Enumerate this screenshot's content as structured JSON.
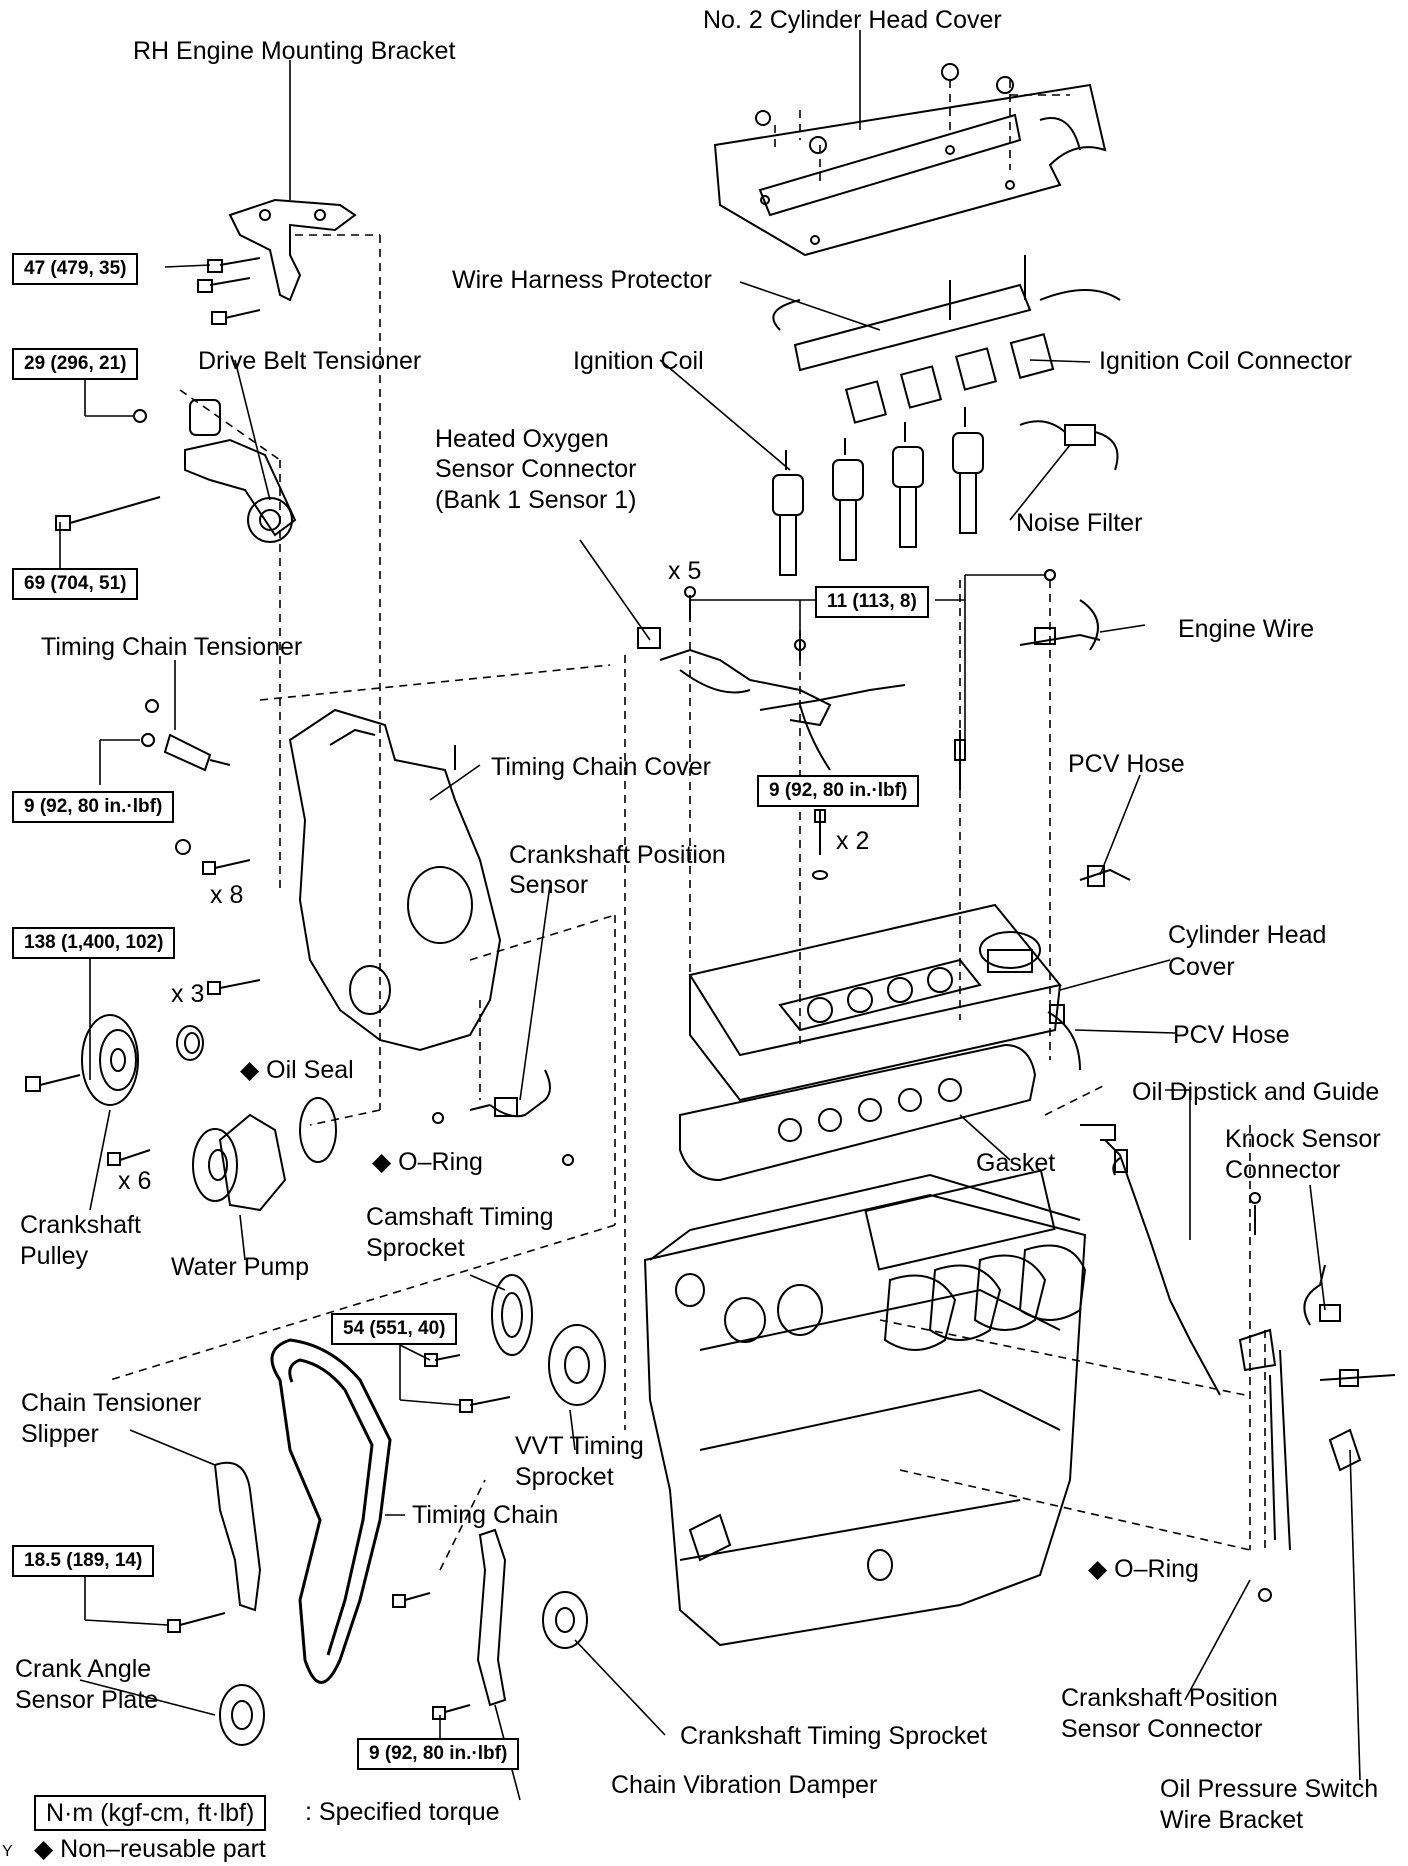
{
  "labels": {
    "no2_cylinder_head_cover": "No. 2 Cylinder Head Cover",
    "rh_engine_mounting_bracket": "RH Engine Mounting Bracket",
    "wire_harness_protector": "Wire Harness Protector",
    "ignition_coil": "Ignition Coil",
    "ignition_coil_connector": "Ignition Coil Connector",
    "drive_belt_tensioner": "Drive Belt Tensioner",
    "heated_oxygen_sensor_connector_1": "Heated Oxygen",
    "heated_oxygen_sensor_connector_2": "Sensor Connector",
    "heated_oxygen_sensor_connector_3": "(Bank 1 Sensor 1)",
    "noise_filter": "Noise Filter",
    "engine_wire": "Engine Wire",
    "timing_chain_tensioner": "Timing Chain Tensioner",
    "timing_chain_cover": "Timing Chain Cover",
    "pcv_hose_top": "PCV Hose",
    "crankshaft_position_sensor_1": "Crankshaft Position",
    "crankshaft_position_sensor_2": "Sensor",
    "cylinder_head_cover_1": "Cylinder Head",
    "cylinder_head_cover_2": "Cover",
    "pcv_hose_bottom": "PCV Hose",
    "oil_seal": "◆ Oil Seal",
    "oil_dipstick_and_guide": "Oil Dipstick and Guide",
    "o_ring_water_pump": "◆ O–Ring",
    "gasket": "Gasket",
    "knock_sensor_connector_1": "Knock Sensor",
    "knock_sensor_connector_2": "Connector",
    "crankshaft_pulley_1": "Crankshaft",
    "crankshaft_pulley_2": "Pulley",
    "water_pump": "Water Pump",
    "camshaft_timing_sprocket_1": "Camshaft Timing",
    "camshaft_timing_sprocket_2": "Sprocket",
    "chain_tensioner_slipper_1": "Chain Tensioner",
    "chain_tensioner_slipper_2": "Slipper",
    "vvt_timing_sprocket_1": "VVT Timing",
    "vvt_timing_sprocket_2": "Sprocket",
    "timing_chain": "Timing Chain",
    "o_ring_dipstick": "◆ O–Ring",
    "crank_angle_sensor_plate_1": "Crank Angle",
    "crank_angle_sensor_plate_2": "Sensor Plate",
    "crankshaft_position_sensor_connector_1": "Crankshaft Position",
    "crankshaft_position_sensor_connector_2": "Sensor Connector",
    "crankshaft_timing_sprocket": "Crankshaft Timing Sprocket",
    "chain_vibration_damper": "Chain Vibration Damper",
    "oil_pressure_switch_wire_bracket_1": "Oil Pressure Switch",
    "oil_pressure_switch_wire_bracket_2": "Wire Bracket"
  },
  "quantities": {
    "x5": "x 5",
    "x2": "x 2",
    "x8": "x 8",
    "x3": "x 3",
    "x6": "x 6"
  },
  "torques": {
    "t47": "47 (479, 35)",
    "t29": "29 (296, 21)",
    "t69": "69 (704, 51)",
    "t11": "11 (113, 8)",
    "t9_tensioner": "9 (92, 80 in.·lbf)",
    "t9_sensor": "9 (92, 80 in.·lbf)",
    "t138": "138 (1,400, 102)",
    "t54": "54 (551, 40)",
    "t18_5": "18.5 (189, 14)",
    "t9_damper": "9 (92, 80 in.·lbf)"
  },
  "legend": {
    "torque_units": "N·m (kgf-cm, ft·lbf)",
    "torque_desc": ": Specified torque",
    "nonreusable": "◆ Non–reusable part",
    "corner_mark": "Y"
  }
}
